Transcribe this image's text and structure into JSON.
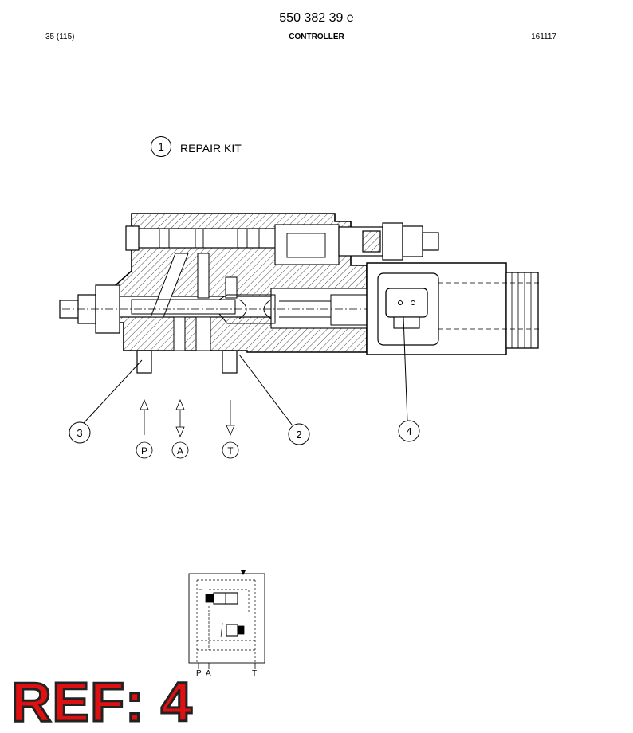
{
  "header": {
    "doc_number": "550 382 39 e",
    "page": "35 (115)",
    "title": "CONTROLLER",
    "code": "161117"
  },
  "legend": {
    "number": "1",
    "label": "REPAIR KIT"
  },
  "callouts": [
    "3",
    "2",
    "4"
  ],
  "ports": [
    "P",
    "A",
    "T"
  ],
  "schematic": {
    "port_labels": [
      "P",
      "A",
      "T"
    ]
  },
  "ref_stamp": "REF: 4"
}
